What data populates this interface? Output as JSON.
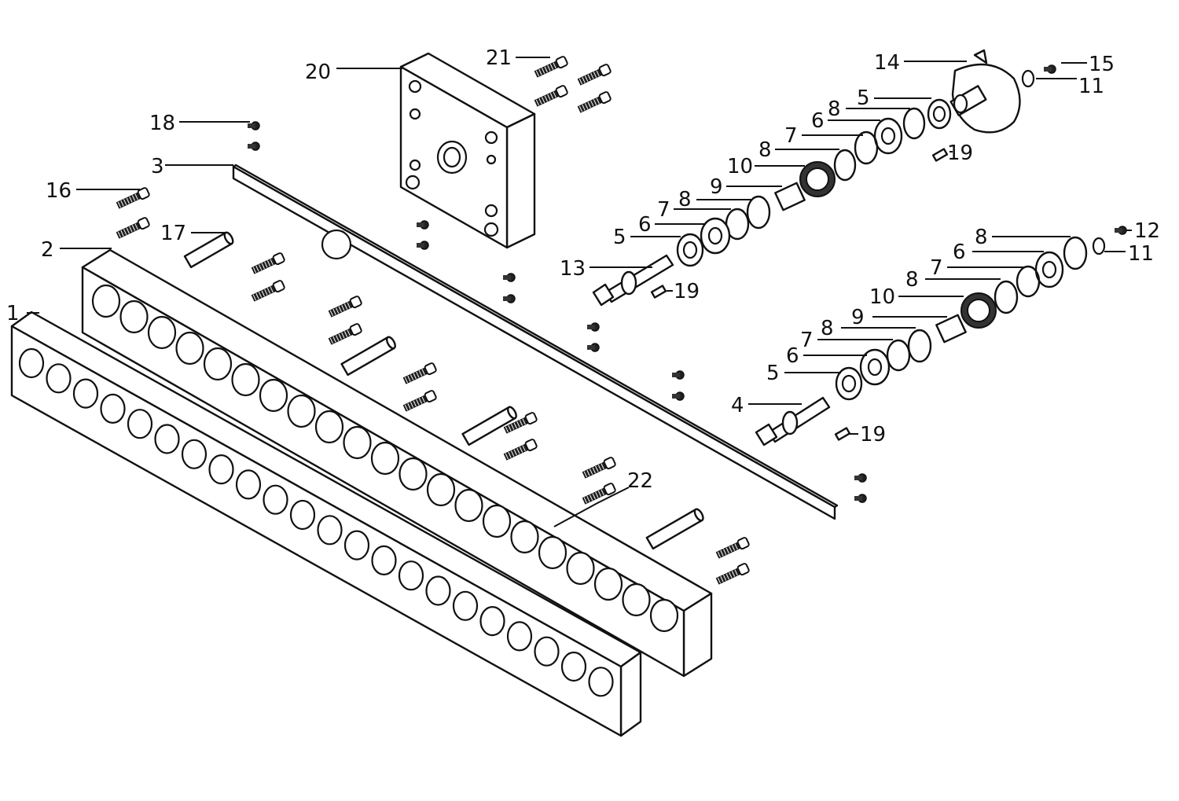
{
  "labels": {
    "p1": "1",
    "p2": "2",
    "p3": "3",
    "p4": "4",
    "p5a": "5",
    "p5b": "5",
    "p5c": "5",
    "p6a": "6",
    "p6b": "6",
    "p6c": "6",
    "p6d": "6",
    "p7a": "7",
    "p7b": "7",
    "p7c": "7",
    "p7d": "7",
    "p8a": "8",
    "p8b": "8",
    "p8c": "8",
    "p8d": "8",
    "p8e": "8",
    "p8f": "8",
    "p9a": "9",
    "p9b": "9",
    "p10a": "10",
    "p10b": "10",
    "p11a": "11",
    "p11b": "11",
    "p12": "12",
    "p13": "13",
    "p14": "14",
    "p15": "15",
    "p16": "16",
    "p17": "17",
    "p18": "18",
    "p19a": "19",
    "p19b": "19",
    "p19c": "19",
    "p20": "20",
    "p21": "21",
    "p22": "22"
  },
  "colors": {
    "ink": "#111111",
    "paper": "#ffffff"
  }
}
